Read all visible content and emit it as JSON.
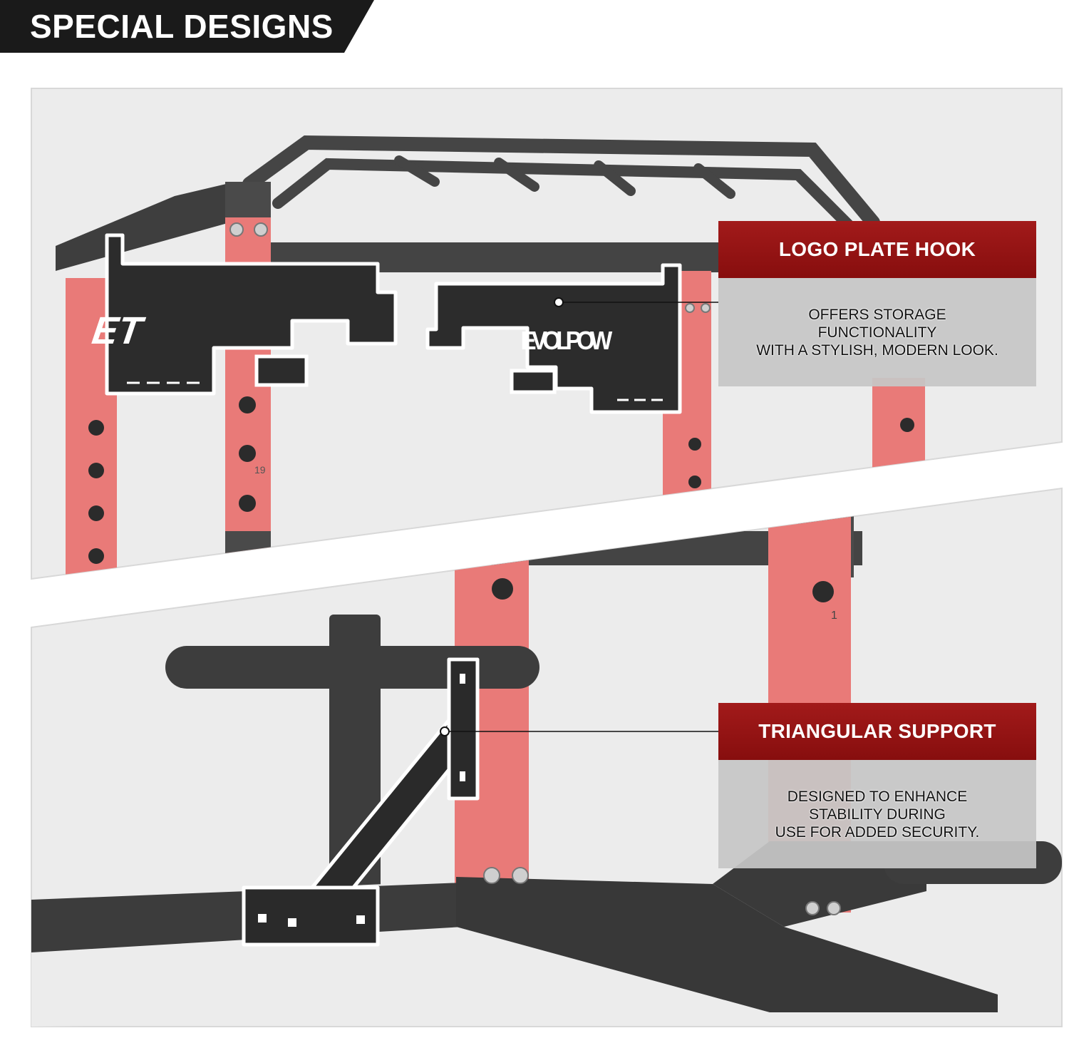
{
  "header": {
    "title": "SPECIAL DESIGNS"
  },
  "callouts": [
    {
      "title": "LOGO PLATE HOOK",
      "lines": [
        "OFFERS STORAGE",
        "FUNCTIONALITY",
        "WITH A STYLISH, MODERN LOOK."
      ]
    },
    {
      "title": "TRIANGULAR SUPPORT",
      "lines": [
        "DESIGNED TO ENHANCE",
        "STABILITY DURING",
        "USE FOR ADDED SECURITY."
      ]
    }
  ],
  "product": {
    "brand_text": "EVOLPOW",
    "logo_mark": "ET",
    "hole_numbers": [
      "19",
      "1"
    ]
  },
  "colors": {
    "frame": "#3a3a3a",
    "upright": "#e97a78",
    "accent": "#980f0f",
    "background": "#ececec"
  }
}
